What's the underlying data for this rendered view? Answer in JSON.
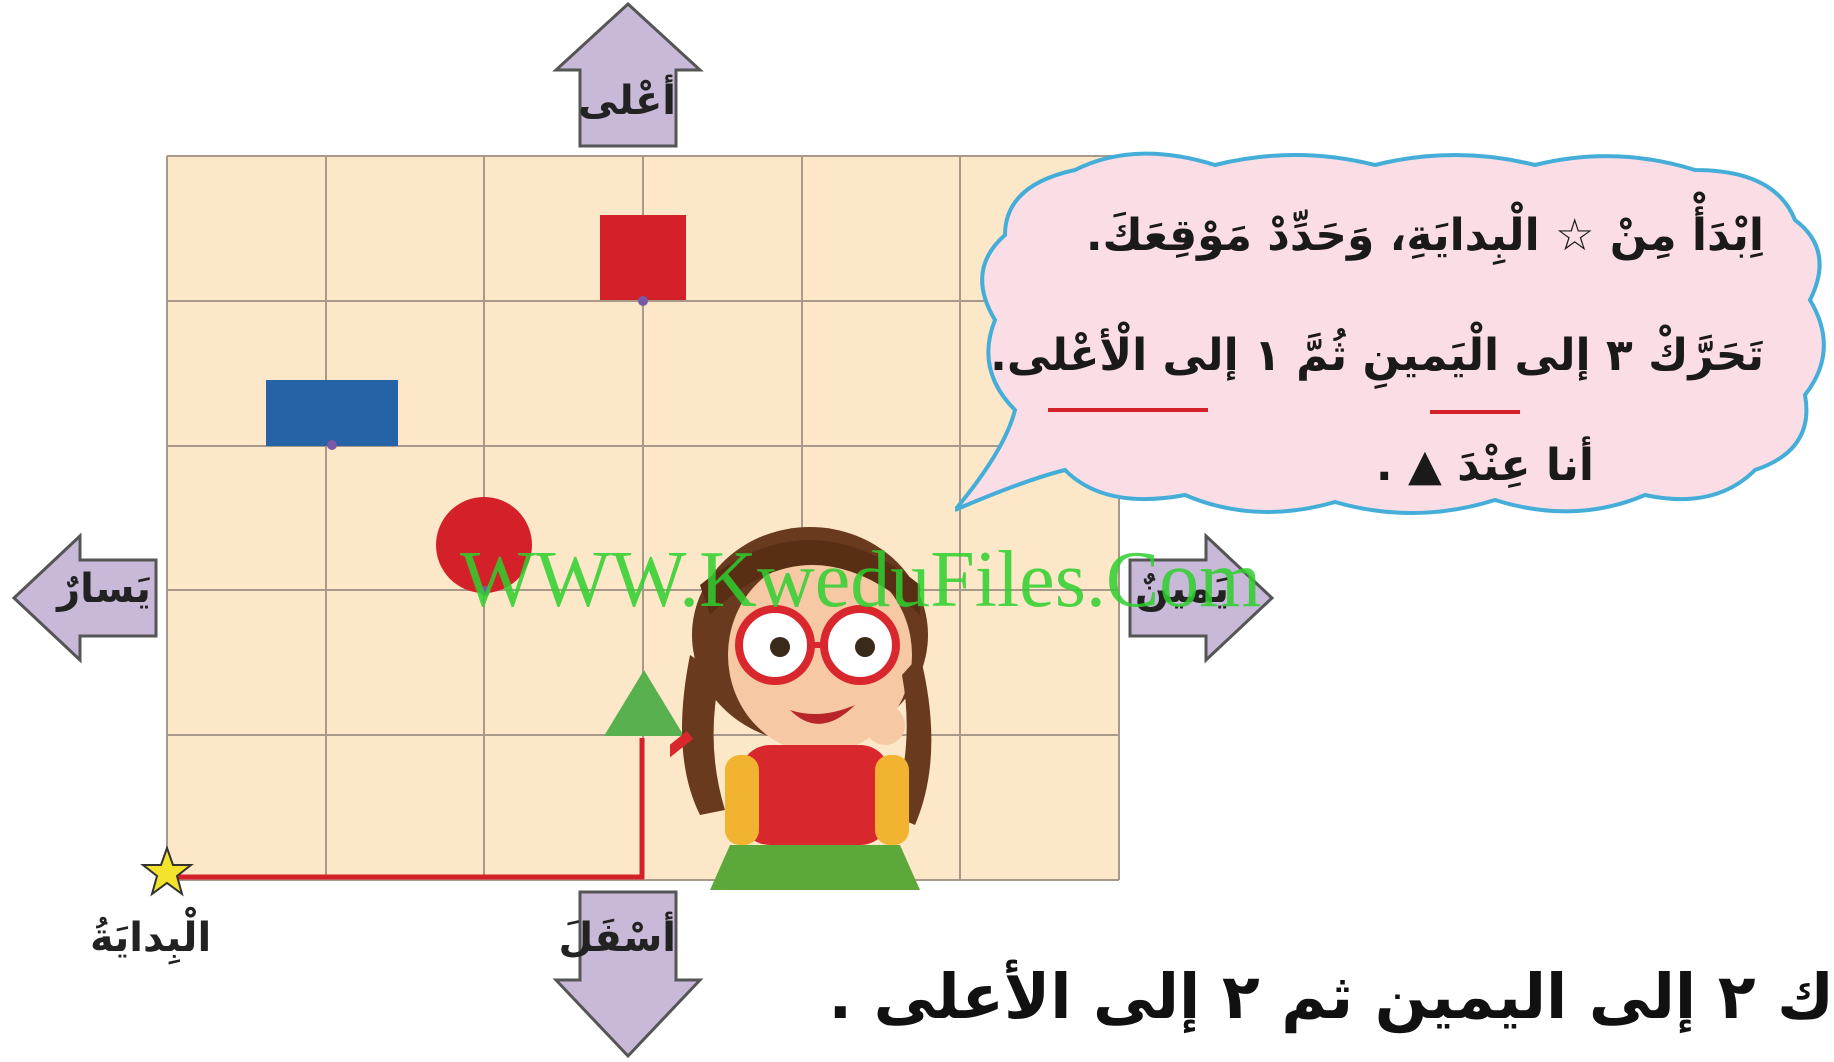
{
  "arrows": {
    "up": "أعْلى",
    "down": "أسْفَلَ",
    "left": "يَسارٌ",
    "right": "يَمينٌ"
  },
  "start_label": "الْبِدايَةُ",
  "bubble": {
    "line1": "اِبْدَأْ مِنْ ☆ الْبِدايَةِ، وَحَدِّدْ مَوْقِعَكَ.",
    "line2": "تَحَرَّكْ ٣ إلى الْيَمينِ ثُمَّ ١ إلى الْأعْلى.",
    "line3": "أنا عِنْدَ ▲ ."
  },
  "watermark": "WWW.KweduFiles.Com",
  "bottom_text": "ك ٢ إلى اليمين ثم ٢ إلى الأعلى .",
  "colors": {
    "grid_bg": "#fce8c8",
    "arrow_fill": "#c8b9d8",
    "red": "#d42129",
    "blue": "#2563a6",
    "green": "#58b04f",
    "star": "#f4e32c",
    "path": "#d42129",
    "bubble_fill": "#fbdde6",
    "bubble_stroke": "#45aed8",
    "watermark": "#2ed02e"
  }
}
